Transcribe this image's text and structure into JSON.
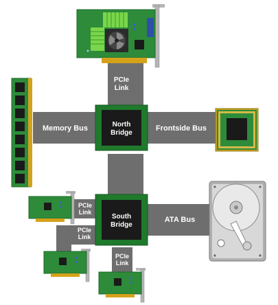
{
  "labels": {
    "pcie_top_1": "PCIe",
    "pcie_top_2": "Link",
    "memory_bus": "Memory Bus",
    "frontside_bus": "Frontside Bus",
    "north_bridge_1": "North",
    "north_bridge_2": "Bridge",
    "south_bridge_1": "South",
    "south_bridge_2": "Bridge",
    "ata_bus": "ATA Bus",
    "pcie_left1_1": "PCIe",
    "pcie_left1_2": "Link",
    "pcie_left2_1": "PCIe",
    "pcie_left2_2": "Link",
    "pcie_bottom_1": "PCIe",
    "pcie_bottom_2": "Link"
  },
  "colors": {
    "bus": "#6e6e6e",
    "chip_board": "#1f7a2c",
    "chip_die": "#1a1a1a",
    "card_pcb": "#2e8b3a",
    "gold": "#d4a21a",
    "bracket": "#b5b5b5",
    "label_text": "#ffffff"
  },
  "icons": [
    "graphics-card-icon",
    "memory-module-icon",
    "cpu-icon",
    "hard-drive-icon",
    "expansion-card-icon"
  ]
}
